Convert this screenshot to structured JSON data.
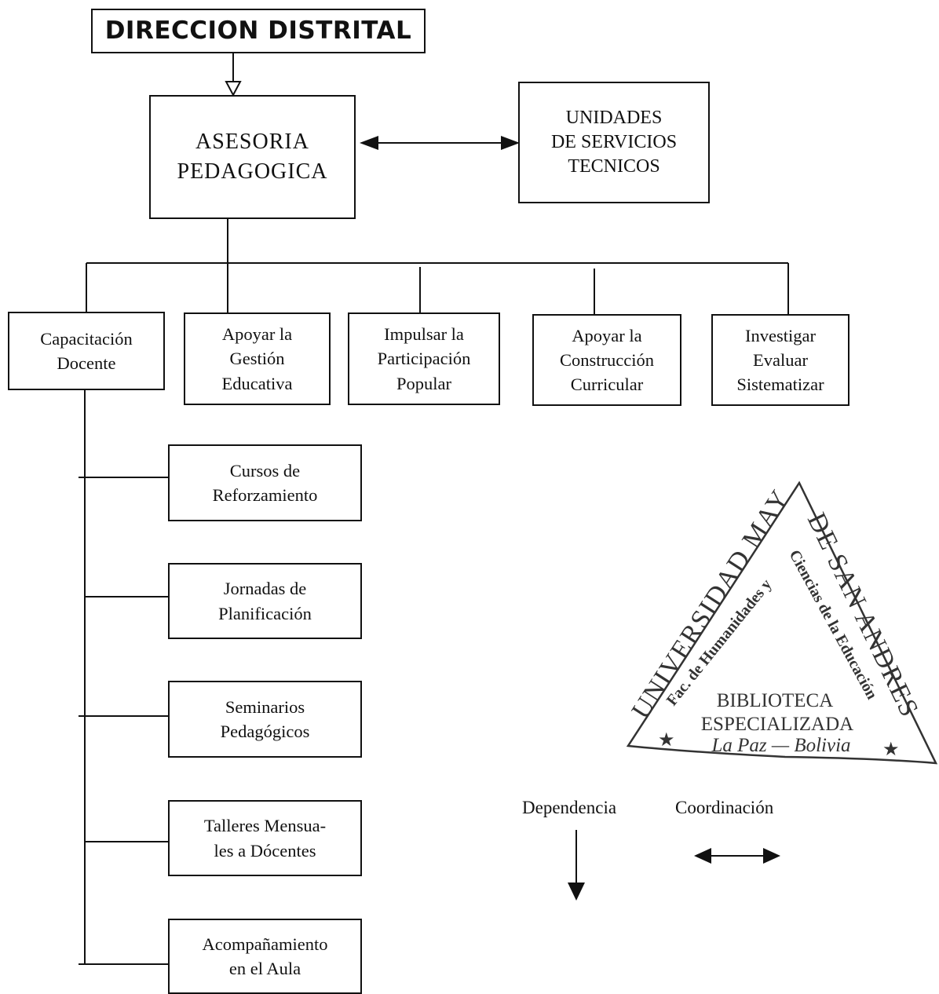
{
  "diagram": {
    "top": "DIRECCION DISTRITAL",
    "asesoria": "ASESORIA\nPEDAGOGICA",
    "unidades": "UNIDADES\nDE SERVICIOS\nTECNICOS",
    "functions": [
      "Capacitación\nDocente",
      "Apoyar la\nGestión\nEducativa",
      "Impulsar la\nParticipación\nPopular",
      "Apoyar la\nConstrucción\nCurricular",
      "Investigar\nEvaluar\nSistematizar"
    ],
    "activities": [
      "Cursos de\nReforzamiento",
      "Jornadas de\nPlanificación",
      "Seminarios\nPedagógicos",
      "Talleres Mensua-\nles a Dócentes",
      "Acompañamiento\nen el Aula"
    ]
  },
  "legend": {
    "dependencia": "Dependencia",
    "coordinacion": "Coordinación"
  },
  "stamp": {
    "outer_text": "UNIVERSIDAD MAYOR DE SAN ANDRES",
    "inner_left": "Fac. de Humanidades y",
    "inner_right": "Ciencias de la Educación",
    "line1": "BIBLIOTECA",
    "line2": "ESPECIALIZADA",
    "line3": "La Paz — Bolivia",
    "color": "#333333"
  }
}
